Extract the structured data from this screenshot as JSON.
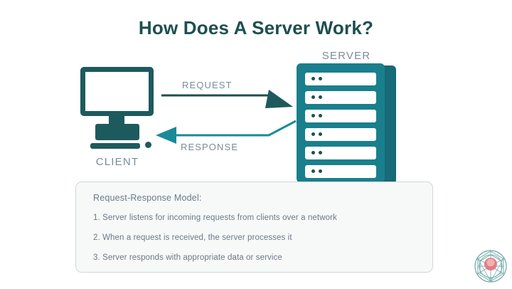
{
  "page": {
    "title": "How Does A Server Work?",
    "background_color": "#ffffff"
  },
  "colors": {
    "title_text": "#1d4f4f",
    "label_text": "#7b8c9a",
    "client_icon": "#1d5a5e",
    "server_body": "#1a7f8c",
    "server_side": "#176a77",
    "card_background": "#f7f8f8",
    "card_border": "#cfd8d8",
    "card_text": "#6b7a86",
    "request_arrow": "#1d4f4f",
    "response_arrow": "#1a8a99",
    "logo_ring": "#6fa8a8",
    "logo_center": "#e06a7a"
  },
  "diagram": {
    "client": {
      "label": "CLIENT",
      "icon": "desktop-monitor-icon"
    },
    "server": {
      "label": "SERVER",
      "icon": "server-rack-icon",
      "slot_count": 6,
      "leds_per_slot": 2
    },
    "flows": [
      {
        "label": "REQUEST",
        "direction": "client-to-server",
        "color": "#1d4f4f"
      },
      {
        "label": "RESPONSE",
        "direction": "server-to-client",
        "color": "#1a8a99"
      }
    ]
  },
  "info_card": {
    "heading": "Request-Response Model:",
    "steps": [
      "1. Server listens for incoming requests from clients over a network",
      "2. When a request is received, the server processes it",
      "3. Server responds with appropriate data or service"
    ]
  },
  "logo": {
    "name": "geometric-circle-logo"
  }
}
